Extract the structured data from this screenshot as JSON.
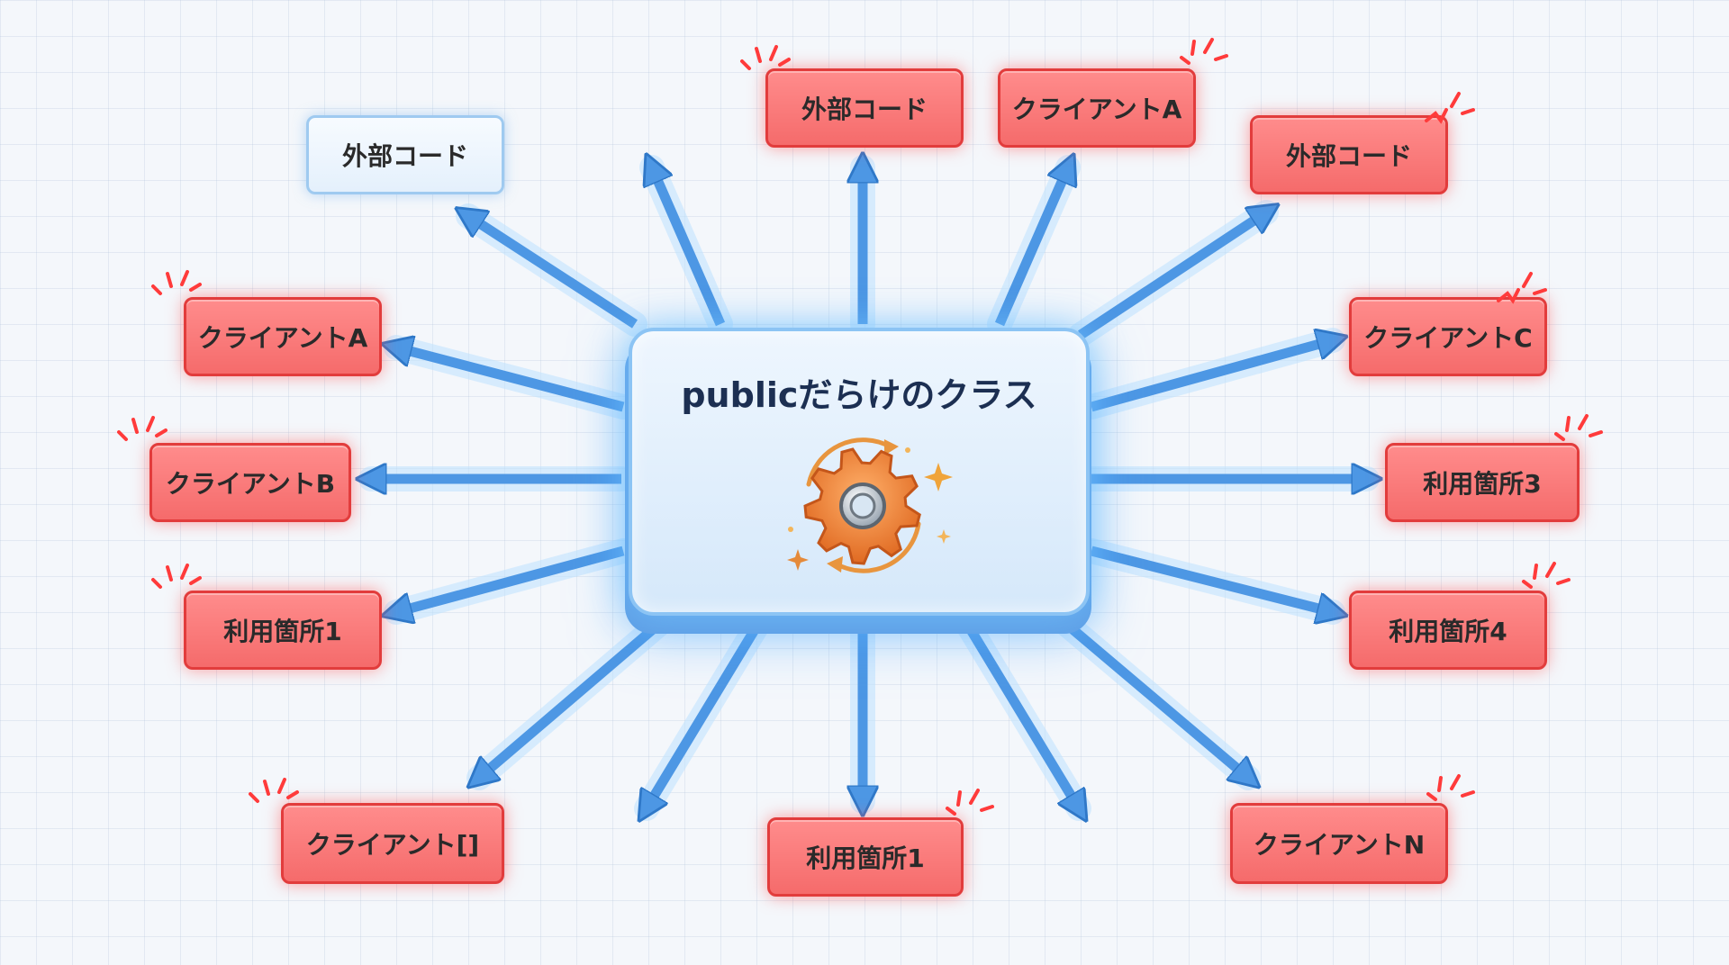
{
  "center": {
    "title": "publicだらけのクラス",
    "icon": "gear-icon"
  },
  "nodes": [
    {
      "id": "top-left-external",
      "label": "外部コード",
      "style": "blue"
    },
    {
      "id": "top-external",
      "label": "外部コード",
      "style": "red"
    },
    {
      "id": "top-client-a",
      "label": "クライアントA",
      "style": "red"
    },
    {
      "id": "top-right-external",
      "label": "外部コード",
      "style": "red"
    },
    {
      "id": "left-client-a",
      "label": "クライアントA",
      "style": "red"
    },
    {
      "id": "right-client-c",
      "label": "クライアントC",
      "style": "red"
    },
    {
      "id": "left-client-b",
      "label": "クライアントB",
      "style": "red"
    },
    {
      "id": "right-usage-3",
      "label": "利用箇所3",
      "style": "red"
    },
    {
      "id": "left-usage-1",
      "label": "利用箇所1",
      "style": "red"
    },
    {
      "id": "right-usage-4",
      "label": "利用箇所4",
      "style": "red"
    },
    {
      "id": "bottom-left-client",
      "label": "クライアント[]",
      "style": "red"
    },
    {
      "id": "bottom-usage-1",
      "label": "利用箇所1",
      "style": "red"
    },
    {
      "id": "bottom-right-client-n",
      "label": "クライアントN",
      "style": "red"
    }
  ],
  "colors": {
    "arrow": "#4d97e4",
    "arrow_glow": "#bfe3ff",
    "red_node": "#f56b6b",
    "red_border": "#e23c3c",
    "spark": "#ff3b3b",
    "gear": "#ee8a3a"
  }
}
